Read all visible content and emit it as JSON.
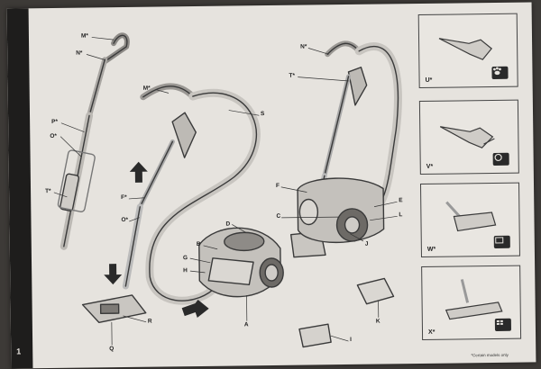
{
  "page": {
    "number": "1",
    "footnote": "*Certain models only"
  },
  "labels": {
    "m_top": "M*",
    "n_top": "N*",
    "p": "P*",
    "o_left": "O*",
    "t_left": "T*",
    "m_mid": "M*",
    "s": "S",
    "f_mid": "F*",
    "o_mid": "O*",
    "d": "D",
    "b": "B",
    "g": "G",
    "h": "H",
    "a": "A",
    "r": "R",
    "q": "Q",
    "n_right": "N*",
    "t_right": "T*",
    "f_right": "F",
    "c": "C",
    "e": "E",
    "l": "L",
    "j": "J",
    "k": "K",
    "i": "I"
  },
  "panels": [
    {
      "label": "U*",
      "badge_icon": "paw-icon"
    },
    {
      "label": "V*",
      "badge_icon": "dust-brush-icon"
    },
    {
      "label": "W*",
      "badge_icon": "carpet-icon"
    },
    {
      "label": "X*",
      "badge_icon": "hard-floor-icon"
    }
  ],
  "colors": {
    "paper": "#e6e3de",
    "ink": "#3a3a3a",
    "spine": "#1e1d1c"
  }
}
